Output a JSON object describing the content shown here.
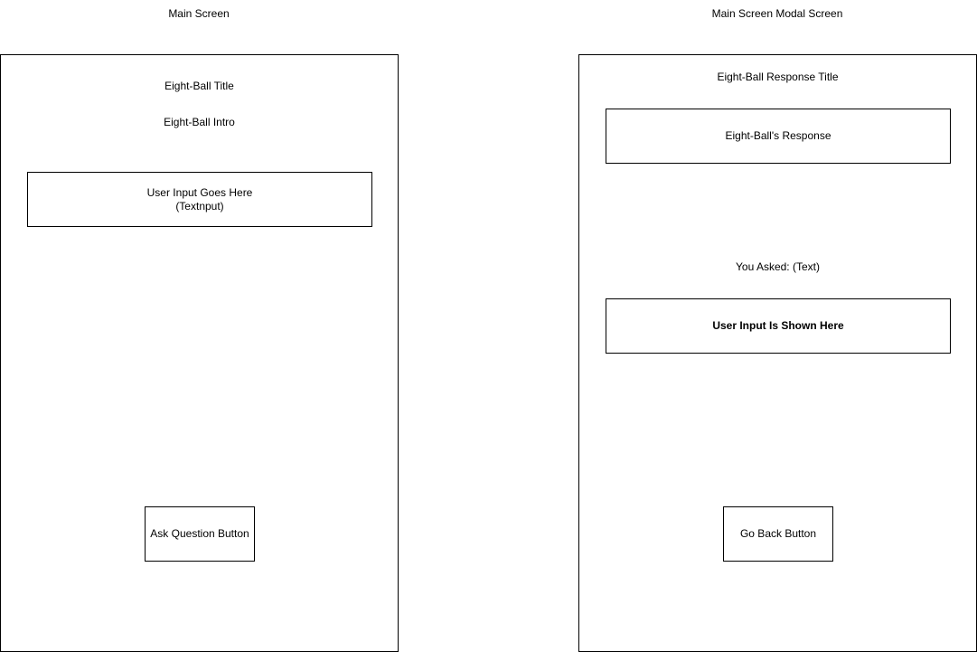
{
  "main_screen": {
    "caption": "Main Screen",
    "title": "Eight-Ball Title",
    "intro": "Eight-Ball Intro",
    "input_line1": "User Input Goes Here",
    "input_line2": "(Textnput)",
    "ask_button": "Ask Question Button"
  },
  "modal_screen": {
    "caption": "Main Screen Modal Screen",
    "title": "Eight-Ball Response Title",
    "response": "Eight-Ball's Response",
    "you_asked": "You Asked: (Text)",
    "user_input_shown": "User Input Is Shown Here",
    "go_back_button": "Go Back Button"
  }
}
